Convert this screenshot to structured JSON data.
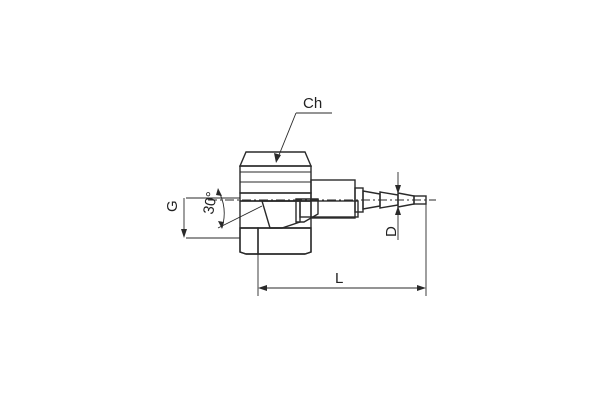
{
  "labels": {
    "hex": "Ch",
    "thread": "G",
    "angle": "30°",
    "hose_diameter": "D",
    "length": "L"
  },
  "colors": {
    "line": "#2a2a2a",
    "metal_light": "#f4f4f4",
    "metal_mid": "#d9d9d9",
    "metal_dark": "#9a9a9a",
    "section_fill": "#bdbdbd"
  }
}
